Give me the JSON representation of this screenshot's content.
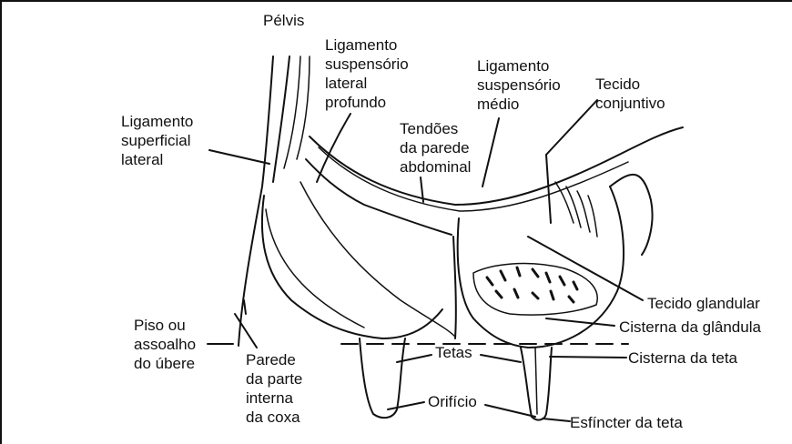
{
  "labels": {
    "pelvis": "Pélvis",
    "lig_susp_lat_prof": "Ligamento\nsuspensório\nlateral\nprofundo",
    "lig_susp_medio": "Ligamento\nsuspensório\nmédio",
    "tecido_conjuntivo": "Tecido\nconjuntivo",
    "lig_superficial_lateral": "Ligamento\nsuperficial\nlateral",
    "tendoes": "Tendões\nda parede\nabdominal",
    "tecido_glandular": "Tecido glandular",
    "cisterna_glandula": "Cisterna da glândula",
    "cisterna_teta": "Cisterna da teta",
    "piso": "Piso ou\nassoalho\ndo úbere",
    "parede": "Parede\nda parte\ninterna\nda coxa",
    "tetas": "Tetas",
    "orificio": "Orifício",
    "esfincter": "Esfíncter da teta"
  },
  "colors": {
    "line": "#111111",
    "background": "#ffffff"
  }
}
